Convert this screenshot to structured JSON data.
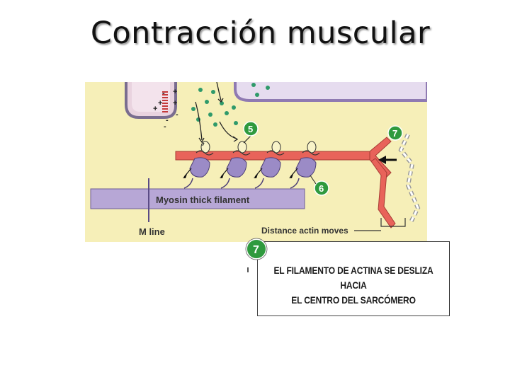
{
  "title": "Contracción muscular",
  "diagram": {
    "labels": {
      "myosin": "Myosin thick filament",
      "mline": "M line",
      "distance": "Distance actin moves"
    },
    "steps": {
      "five": "5",
      "six": "6",
      "seven": "7"
    },
    "ions": {
      "plus": "+",
      "minus": "-"
    }
  },
  "callout": {
    "step": "7",
    "text_line1": "EL FILAMENTO DE ACTINA SE DESLIZA HACIA",
    "text_line2": "EL CENTRO DEL SARCÓMERO"
  },
  "colors": {
    "background_panel": "#f6efb8",
    "actin": "#e8635a",
    "myosin": "#b7a7d6",
    "badge_green": "#2f9a3e",
    "dots": "#2f9a6a"
  }
}
